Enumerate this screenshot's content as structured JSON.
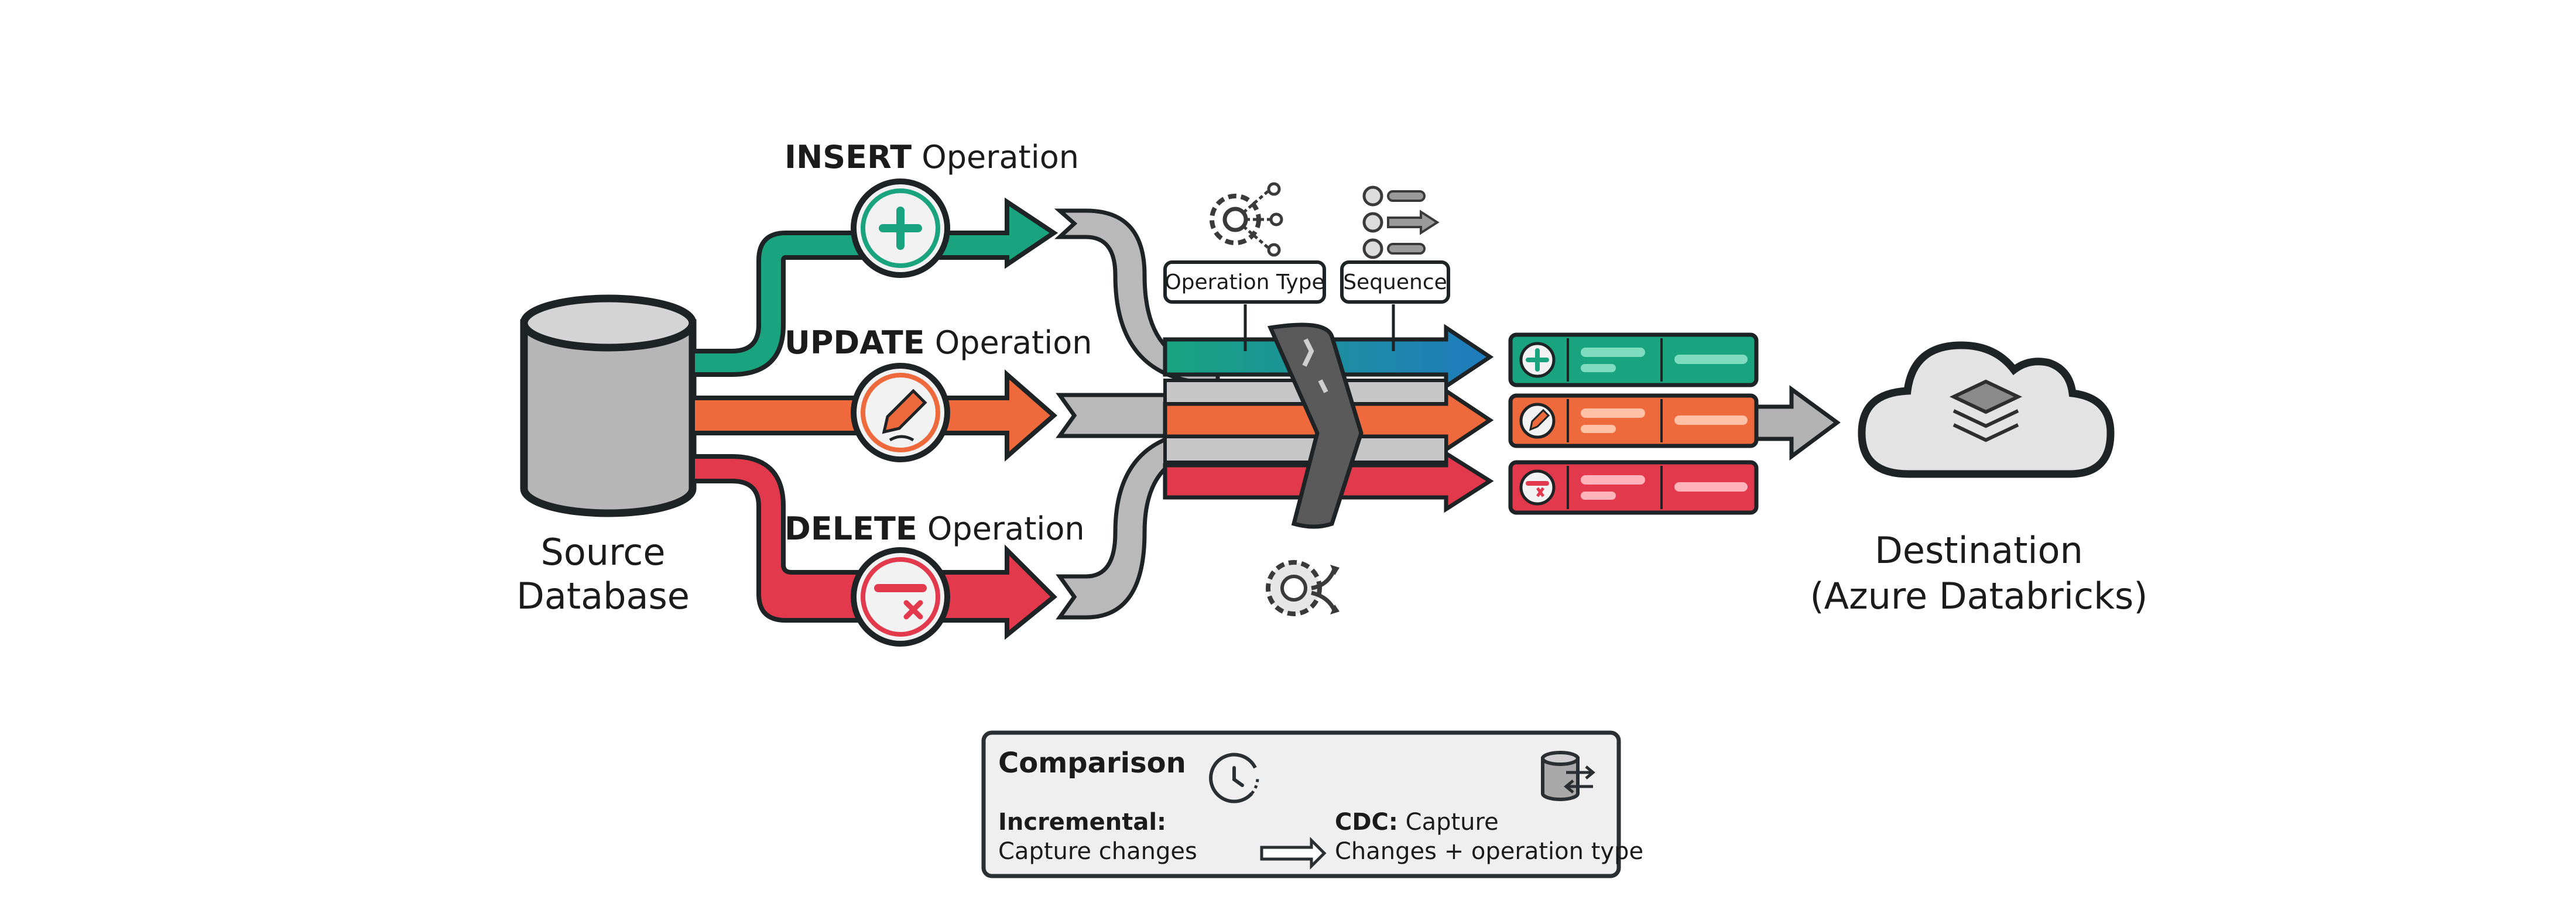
{
  "source": {
    "line1": "Source",
    "line2": "Database"
  },
  "destination": {
    "line1": "Destination",
    "line2": "(Azure Databricks)"
  },
  "operations": [
    {
      "keyword": "INSERT",
      "suffix": "Operation",
      "color": "#1aa37f",
      "icon": "plus-icon"
    },
    {
      "keyword": "UPDATE",
      "suffix": "Operation",
      "color": "#ee6a3c",
      "icon": "pencil-icon"
    },
    {
      "keyword": "DELETE",
      "suffix": "Operation",
      "color": "#e23a4c",
      "icon": "minus-x-icon"
    }
  ],
  "merge_flow_color": "#1f7bbf",
  "tags": {
    "operation_type": "Operation Type",
    "sequence": "Sequence"
  },
  "comparison": {
    "title": "Comparison",
    "incremental_label": "Incremental:",
    "incremental_text": "Capture changes",
    "cdc_label": "CDC:",
    "cdc_text_1": "Capture",
    "cdc_text_2": "Changes + operation type"
  }
}
